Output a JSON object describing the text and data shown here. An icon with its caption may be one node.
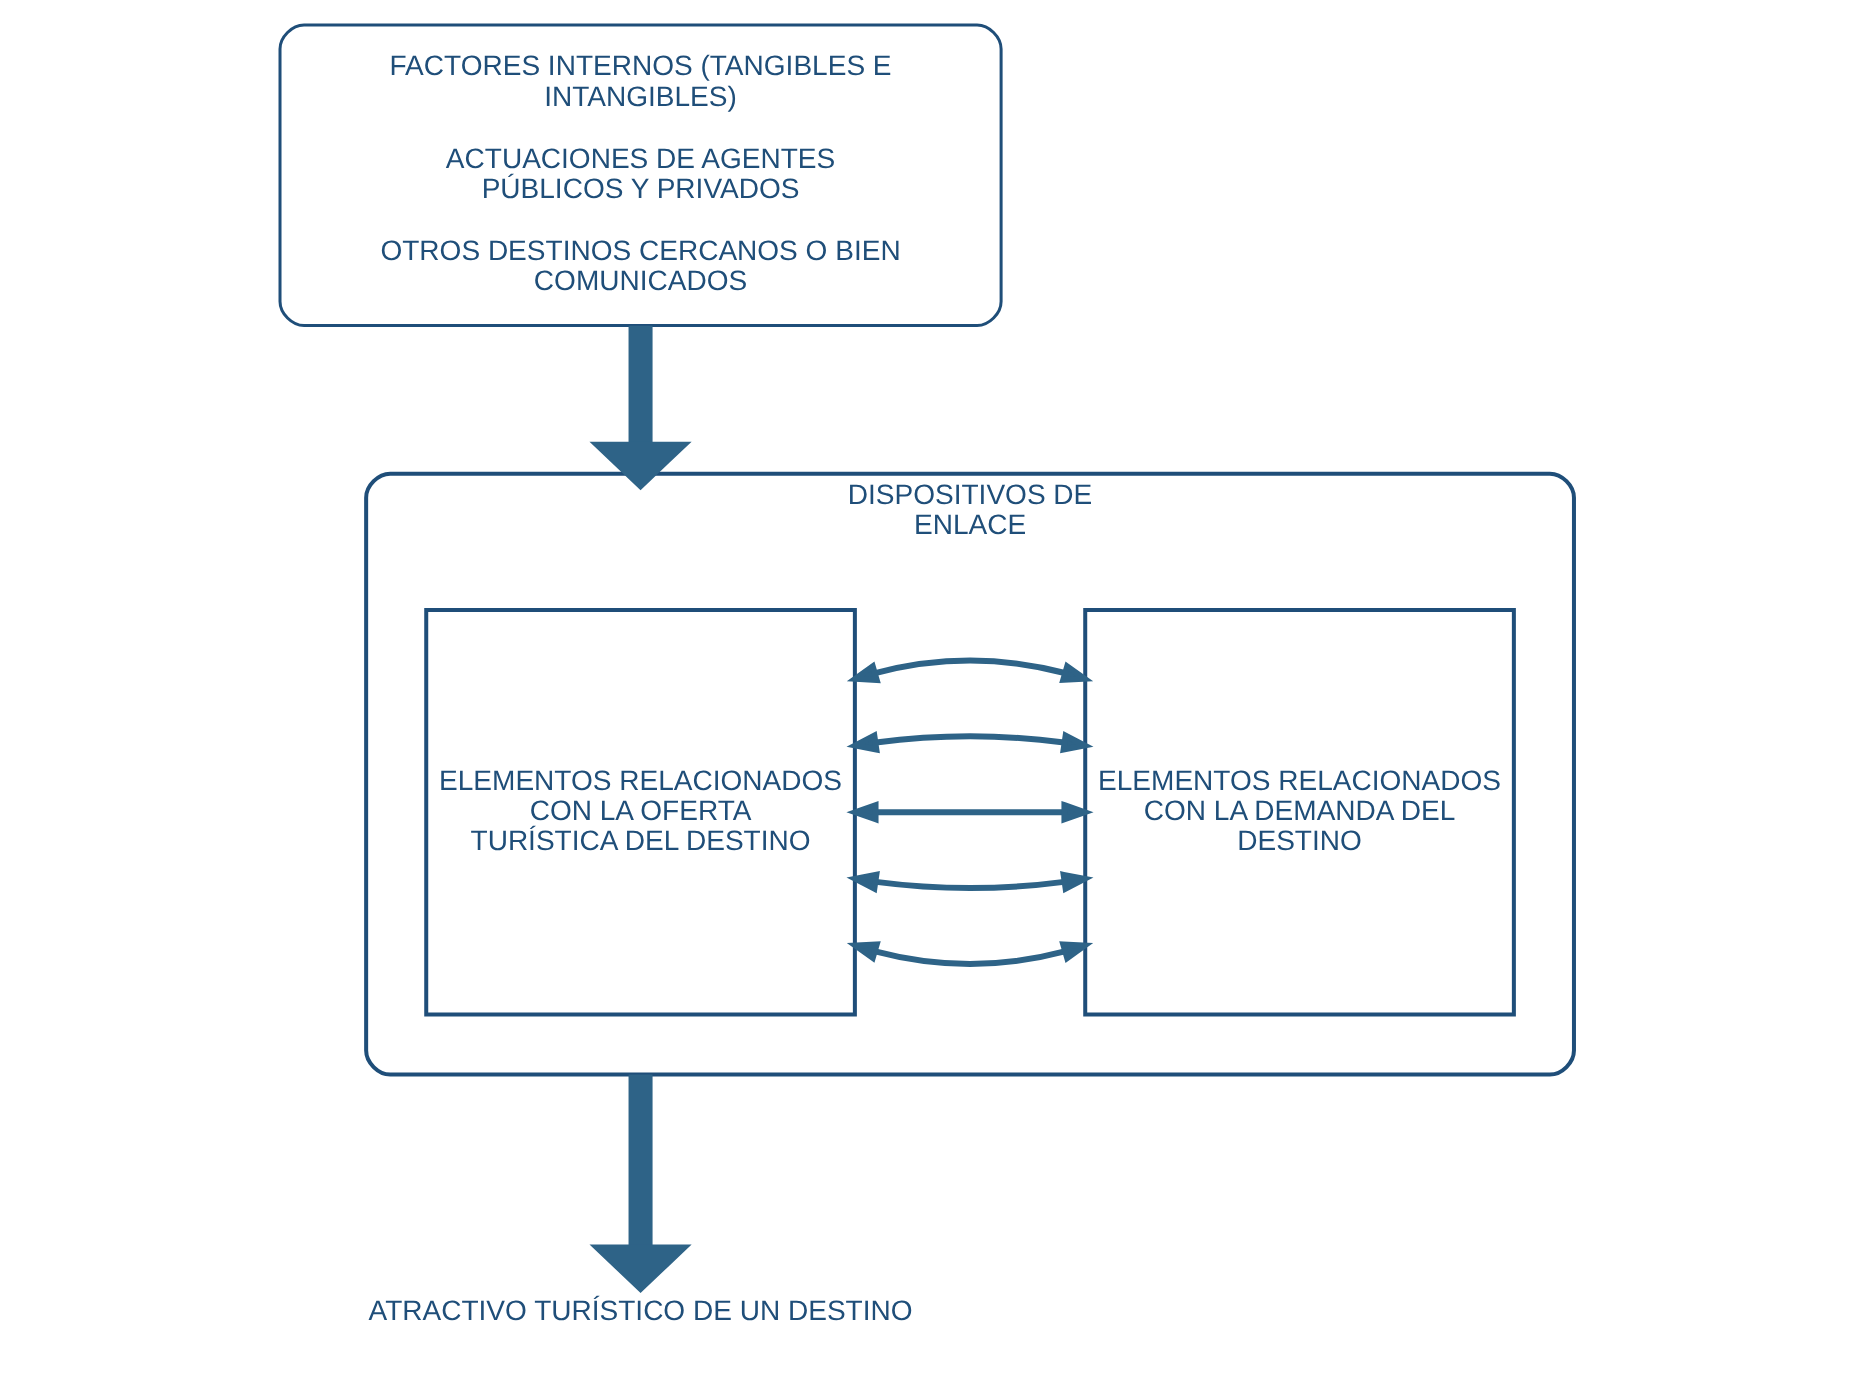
{
  "diagram": {
    "nodes": [
      {
        "text": [
          "FACTORES INTERNOS (TANGIBLES E INTANGIBLES)",
          "ACTUACIONES DE AGENTES PÚBLICOS Y PRIVADOS",
          "OTROS DESTINOS CERCANOS O BIEN COMUNICADOS"
        ]
      },
      {
        "text": [
          "DISPOSITIVOS DE ENLACE"
        ]
      },
      {
        "text": [
          "ELEMENTOS RELACIONADOS CON LA OFERTA TURÍSTICA DEL DESTINO"
        ],
        "in": 1
      },
      {
        "text": [
          "ELEMENTOS RELACIONADOS CON LA DEMANDA DEL DESTINO"
        ],
        "in": 1
      },
      {
        "text": [
          "ATRACTIVO TURÍSTICO DE UN DESTINO"
        ]
      }
    ],
    "edges": [
      {
        "from": 0,
        "to": 1,
        "arrow": "to",
        "style": "thick"
      },
      {
        "from": 2,
        "to": 3,
        "arrow": "both"
      },
      {
        "from": 2,
        "to": 3,
        "arrow": "both"
      },
      {
        "from": 2,
        "to": 3,
        "arrow": "both"
      },
      {
        "from": 2,
        "to": 3,
        "arrow": "both"
      },
      {
        "from": 2,
        "to": 3,
        "arrow": "both"
      },
      {
        "from": 1,
        "to": 4,
        "arrow": "to",
        "style": "thick"
      }
    ]
  }
}
